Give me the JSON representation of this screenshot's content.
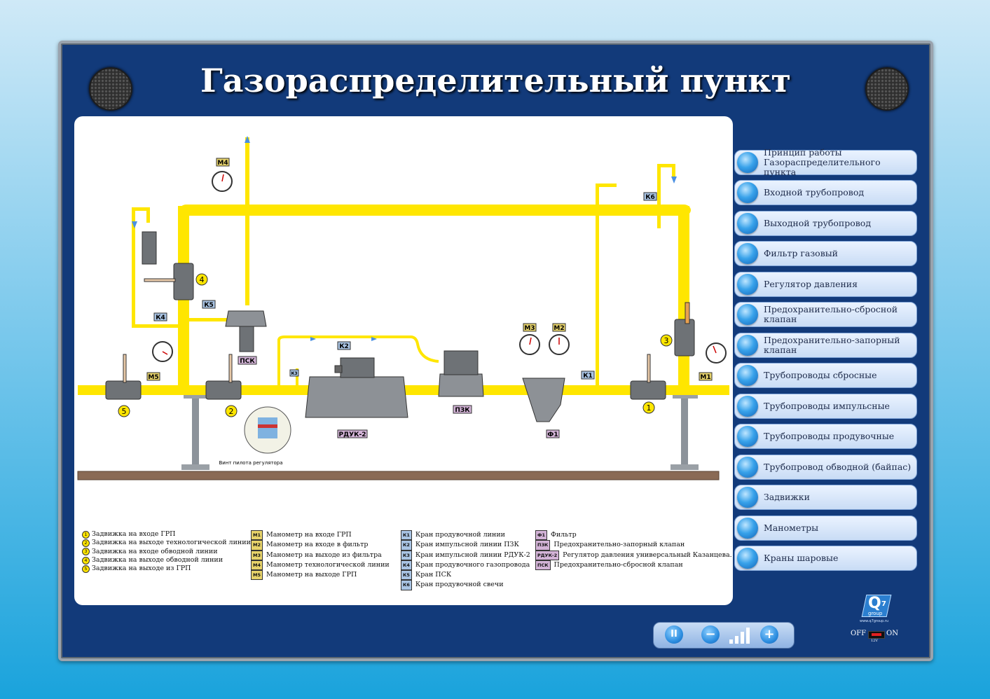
{
  "title": "Газораспределительный пункт",
  "menu": [
    {
      "label": "Принцип работы Газораспределительного пункта"
    },
    {
      "label": "Входной трубопровод"
    },
    {
      "label": "Выходной трубопровод"
    },
    {
      "label": "Фильтр газовый"
    },
    {
      "label": "Регулятор давления"
    },
    {
      "label": "Предохранительно-сбросной клапан"
    },
    {
      "label": "Предохранительно-запорный клапан"
    },
    {
      "label": "Трубопроводы сбросные"
    },
    {
      "label": "Трубопроводы импульсные"
    },
    {
      "label": "Трубопроводы продувочные"
    },
    {
      "label": "Трубопровод обводной (байпас)"
    },
    {
      "label": "Задвижки"
    },
    {
      "label": "Манометры"
    },
    {
      "label": "Краны шаровые"
    }
  ],
  "diagram_labels": {
    "m4": "М4",
    "m5": "М5",
    "m3": "М3",
    "m2": "М2",
    "m1": "М1",
    "k1": "К1",
    "k2": "К2",
    "k3": "К3",
    "k4": "К4",
    "k5": "К5",
    "k6": "К6",
    "psk": "ПСК",
    "pzk": "ПЗК",
    "rduk": "РДУК-2",
    "f1": "Ф1",
    "n1": "1",
    "n2": "2",
    "n3": "3",
    "n4": "4",
    "n5": "5",
    "pilot_note": "Винт пилота регулятора"
  },
  "legend": {
    "col1": [
      {
        "mark": "1",
        "text": "Задвижка на входе ГРП"
      },
      {
        "mark": "2",
        "text": "Задвижка на выходе технологической линии"
      },
      {
        "mark": "3",
        "text": "Задвижка на входе обводной линии"
      },
      {
        "mark": "4",
        "text": "Задвижка на выходе обводной линии"
      },
      {
        "mark": "5",
        "text": "Задвижка на выходе из ГРП"
      }
    ],
    "col2": [
      {
        "mark": "М1",
        "text": "Манометр на входе ГРП"
      },
      {
        "mark": "М2",
        "text": "Манометр на входе в фильтр"
      },
      {
        "mark": "М3",
        "text": "Манометр на выходе из фильтра"
      },
      {
        "mark": "М4",
        "text": "Манометр технологической линии"
      },
      {
        "mark": "М5",
        "text": "Манометр на выходе ГРП"
      }
    ],
    "col3": [
      {
        "mark": "К1",
        "text": "Кран продувочной линии"
      },
      {
        "mark": "К2",
        "text": "Кран импульсной линии ПЗК"
      },
      {
        "mark": "К3",
        "text": "Кран импульсной линии РДУК-2"
      },
      {
        "mark": "К4",
        "text": "Кран продувочного газопровода"
      },
      {
        "mark": "К5",
        "text": "Кран ПСК"
      },
      {
        "mark": "К6",
        "text": "Кран продувочной свечи"
      }
    ],
    "col4": [
      {
        "mark": "Ф1",
        "text": "Фильтр"
      },
      {
        "mark": "ПЗК",
        "text": "Предохранительно-запорный клапан"
      },
      {
        "mark": "РДУК-2",
        "text": "Регулятор давления универсальный Казанцева."
      },
      {
        "mark": "ПСК",
        "text": "Предохранительно-сбросной клапан"
      }
    ]
  },
  "logo": {
    "brand": "Q",
    "sub": "7",
    "group": "group",
    "url": "www.q7group.ru"
  },
  "switch": {
    "off": "OFF",
    "on": "ON",
    "volt": "12V"
  },
  "controls": {
    "pause": "II",
    "minus": "−",
    "plus": "+"
  },
  "colors": {
    "pipe": "#ffe600",
    "board": "#123a7a",
    "panel": "#ffffff",
    "accent": "#2d8ee0"
  }
}
